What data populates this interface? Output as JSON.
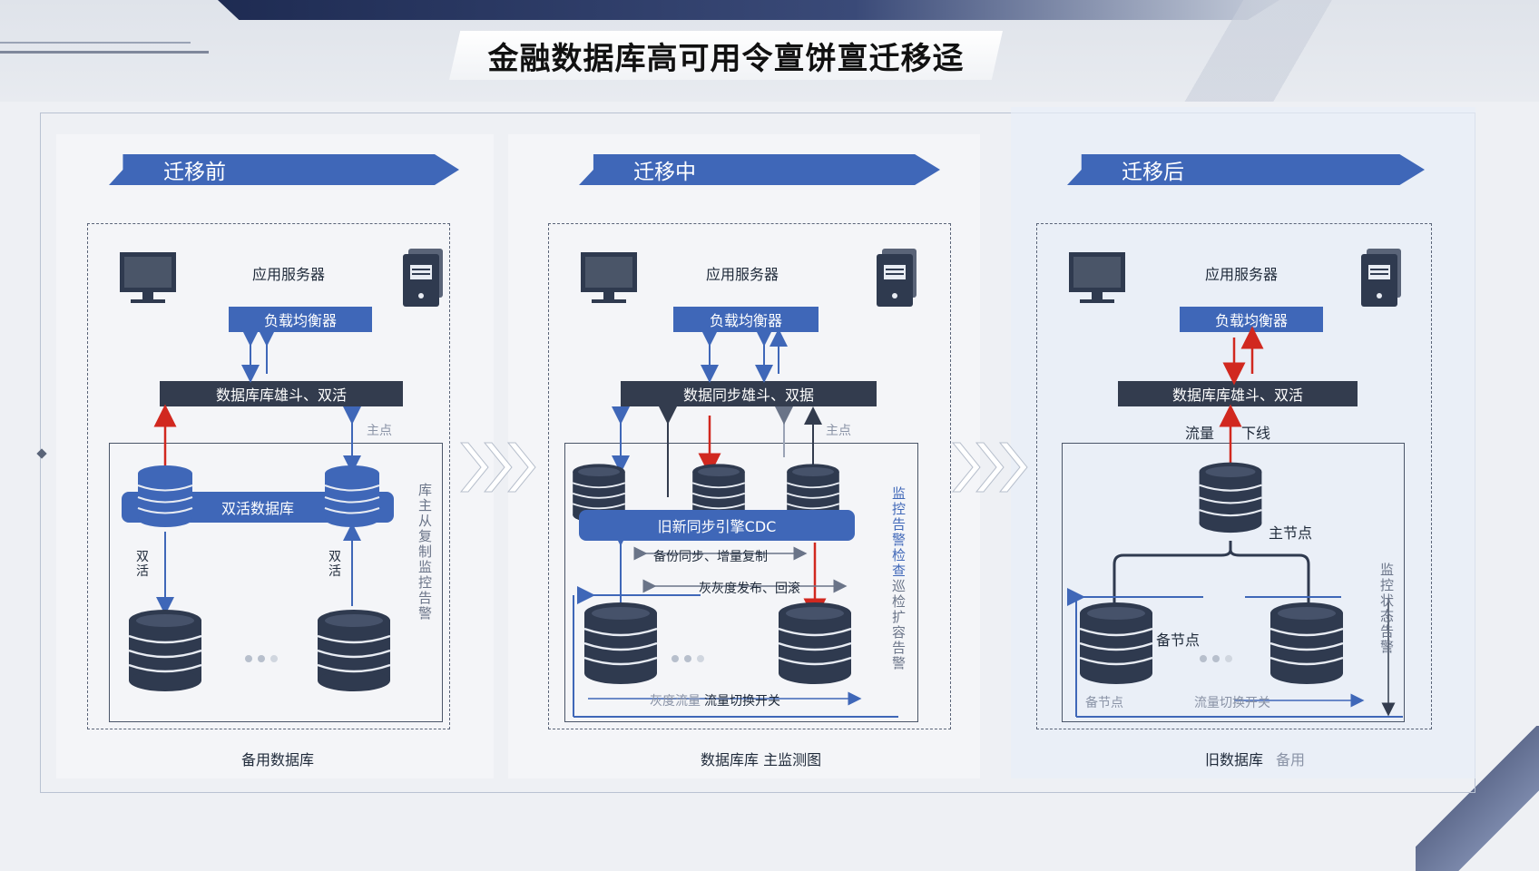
{
  "title": "金融数据库高可用令亶饼亶迁移迳",
  "stages": [
    {
      "ribbon": "迁移前",
      "app_server": "应用服务器",
      "load_balancer": "负载均衡器",
      "bar": "数据库库雄斗、双活",
      "side_label": "主点",
      "pill": "双活数据库",
      "left_label": "双活",
      "right_label": "双活",
      "vertical_note": "库主从复制监控告警",
      "caption": "备用数据库"
    },
    {
      "ribbon": "迁移中",
      "app_server": "应用服务器",
      "load_balancer": "负载均衡器",
      "bar": "数据同步雄斗、双据",
      "side_label": "主点",
      "pill": "旧新同步引擎CDC",
      "sync_label": "备份同步、增量复制",
      "gray_label": "灰灰度发布、回滚",
      "switch_left": "灰度流量",
      "switch_label": "流量切换开关",
      "vertical_note": "监控告警检查",
      "vertical_note2": "巡检扩容告警",
      "caption": "数据库库 主监测图"
    },
    {
      "ribbon": "迁移后",
      "app_server": "应用服务器",
      "load_balancer": "负载均衡器",
      "bar": "数据库库雄斗、双活",
      "flow_left": "流量",
      "flow_right": "下线",
      "master_label": "主节点",
      "standby_label": "备节点",
      "bottom_left": "备节点",
      "bottom_mid": "流量切换开关",
      "vertical_note": "监控状态告警",
      "caption": "旧数据库",
      "caption_faint": "备用"
    }
  ],
  "colors": {
    "blue": "#3f67b8",
    "dark": "#333c4e",
    "red": "#d1281f",
    "db": "#2f3a4f"
  }
}
